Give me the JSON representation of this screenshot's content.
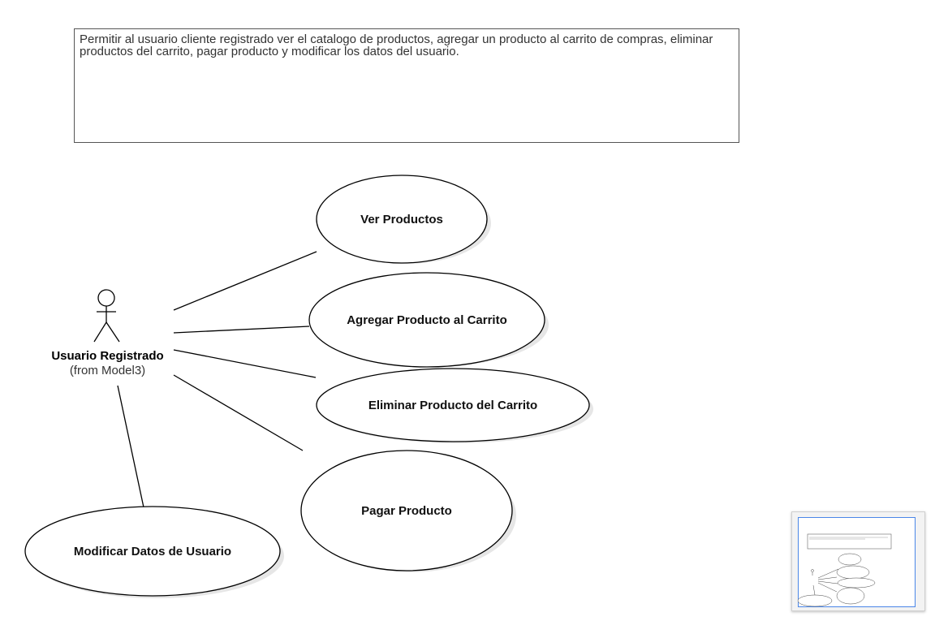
{
  "description_note": "Permitir al usuario cliente registrado ver el catalogo de productos, agregar un producto al carrito de compras, eliminar productos del carrito, pagar producto y modificar los datos del usuario.",
  "actor": {
    "name": "Usuario Registrado",
    "subtitle": "(from Model3)"
  },
  "use_cases": [
    {
      "id": "ver",
      "label": "Ver Productos"
    },
    {
      "id": "agregar",
      "label": "Agregar Producto al Carrito"
    },
    {
      "id": "eliminar",
      "label": "Eliminar Producto del Carrito"
    },
    {
      "id": "pagar",
      "label": "Pagar Producto"
    },
    {
      "id": "modificar",
      "label": "Modificar Datos de Usuario"
    }
  ],
  "associations": [
    {
      "from": "actor",
      "to": "ver"
    },
    {
      "from": "actor",
      "to": "agregar"
    },
    {
      "from": "actor",
      "to": "eliminar"
    },
    {
      "from": "actor",
      "to": "pagar"
    },
    {
      "from": "actor",
      "to": "modificar"
    }
  ],
  "colors": {
    "stroke": "#000000",
    "shadow": "#e6e6e6",
    "minimap_border": "#4a86e8"
  }
}
